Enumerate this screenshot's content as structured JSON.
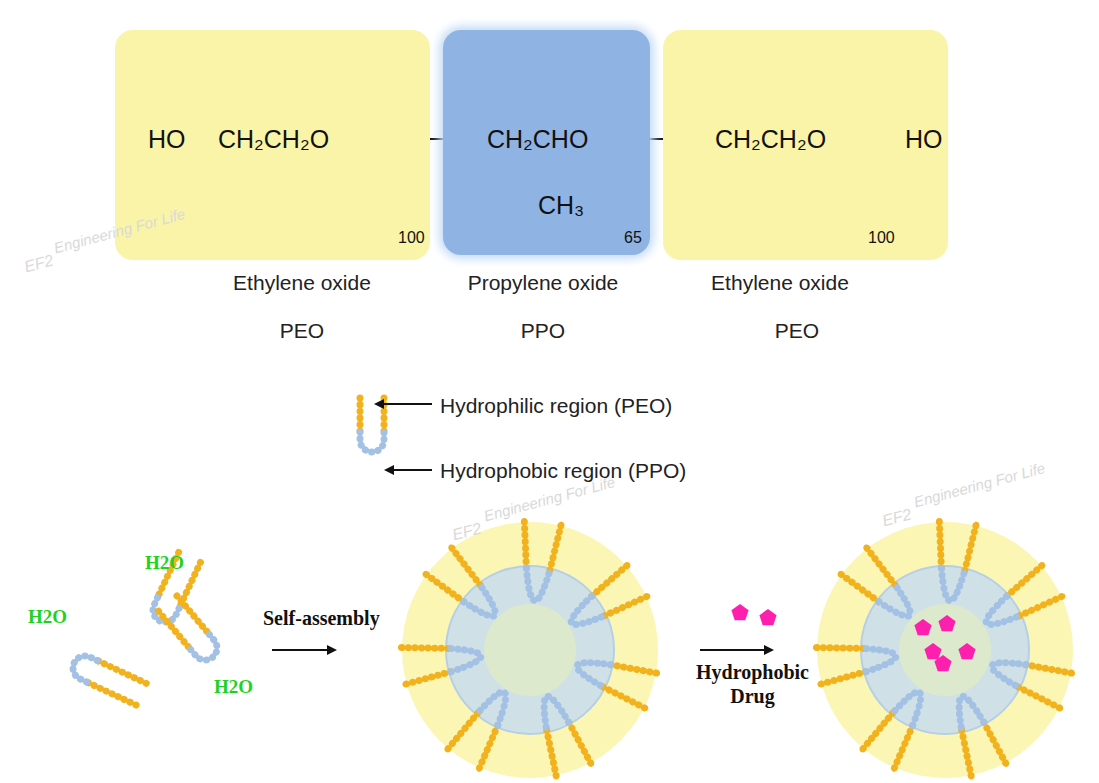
{
  "diagram": {
    "nodes": [
      {
        "text": [
          "CH₂CH₂O",
          "100"
        ]
      },
      {
        "text": [
          "CH₂CHO",
          "CH₃",
          "65"
        ]
      },
      {
        "text": [
          "CH₂CH₂O",
          "100"
        ]
      }
    ],
    "edges": [
      {
        "from": 0,
        "to": 1,
        "arrow": "none"
      },
      {
        "from": 1,
        "to": 2,
        "arrow": "none"
      }
    ],
    "labels": [
      "HO",
      "HO",
      "Ethylene oxide",
      "Propylene oxide",
      "Ethylene oxide",
      "PEO",
      "PPO",
      "PEO",
      "Hydrophilic region (PEO)",
      "Hydrophobic region (PPO)",
      "H2O",
      "H2O",
      "H2O",
      "Self-assembly",
      "Hydrophobic Drug",
      "EF2",
      "Engineering For Life",
      "EF2",
      "Engineering For Life",
      "EF2",
      "Engineering For Life"
    ]
  }
}
